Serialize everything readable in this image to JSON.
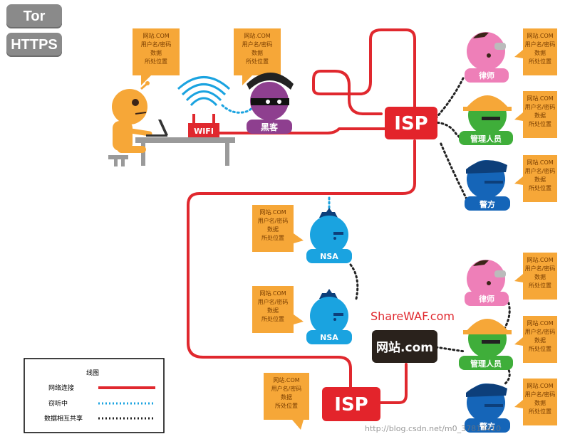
{
  "buttons": {
    "tor": "Tor",
    "https": "HTTPS"
  },
  "callout": {
    "lines": [
      "网站.COM",
      "用户名/密码",
      "数据",
      "所处位置"
    ]
  },
  "labels": {
    "wifi": "WIFI",
    "hacker": "黑客",
    "isp_top": "ISP",
    "isp_bottom": "ISP",
    "lawyer": "律师",
    "admin": "管理人员",
    "police": "警方",
    "nsa": "NSA",
    "sharewaf": "ShareWAF.com",
    "website": "网站.com"
  },
  "legend": {
    "title": "线图",
    "items": [
      {
        "label": "网络连接",
        "style": "solid",
        "color": "#e0282e"
      },
      {
        "label": "窃听中",
        "style": "dotted",
        "color": "#1aa3e0"
      },
      {
        "label": "数据相互共享",
        "style": "dotted",
        "color": "#222222"
      }
    ]
  },
  "watermark": "http://blog.csdn.net/m0_37813410",
  "colors": {
    "network": "#e0282e",
    "callout": "#f6a738",
    "isp": "#e3242b",
    "user": "#f6a738",
    "hacker": "#8e3f8f",
    "lawyer": "#ee7fb8",
    "admin": "#3fae3a",
    "police": "#1565b8",
    "nsa": "#1aa3e0",
    "website": "#2a221c"
  }
}
